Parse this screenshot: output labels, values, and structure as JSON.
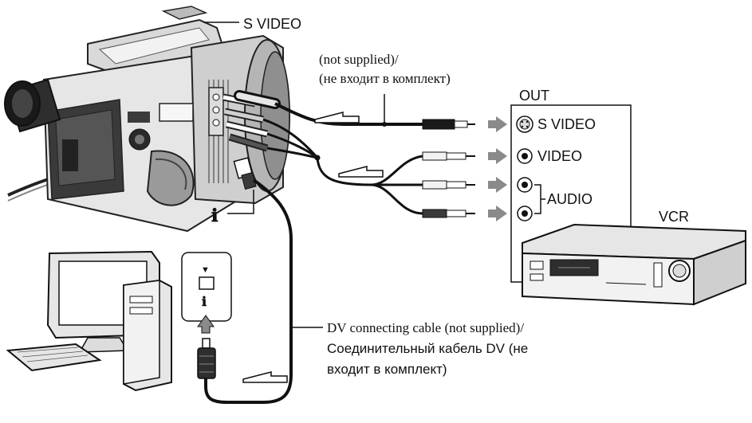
{
  "labels": {
    "s_video_top": "S VIDEO",
    "cable_not_supplied_en": "(not supplied)/",
    "cable_not_supplied_ru": "(не входит в комплект)",
    "out": "OUT",
    "s_video_jack": "S VIDEO",
    "video_jack": "VIDEO",
    "audio_jack": "AUDIO",
    "vcr": "VCR",
    "dv_cable_line1": "DV connecting cable (not supplied)/",
    "dv_cable_line2": "Соединительный кабель DV (не",
    "dv_cable_line3": "входит в комплект)"
  },
  "icons": {
    "dv_symbol": "ℹ",
    "dv_symbol_port": "ℹ",
    "port_triangle": "▼"
  },
  "colors": {
    "line": "#111111",
    "arrow_gray": "#8a8a8a",
    "body_dark": "#2b2b2b",
    "body_mid": "#9a9a9a",
    "body_light": "#e8e8e8"
  }
}
